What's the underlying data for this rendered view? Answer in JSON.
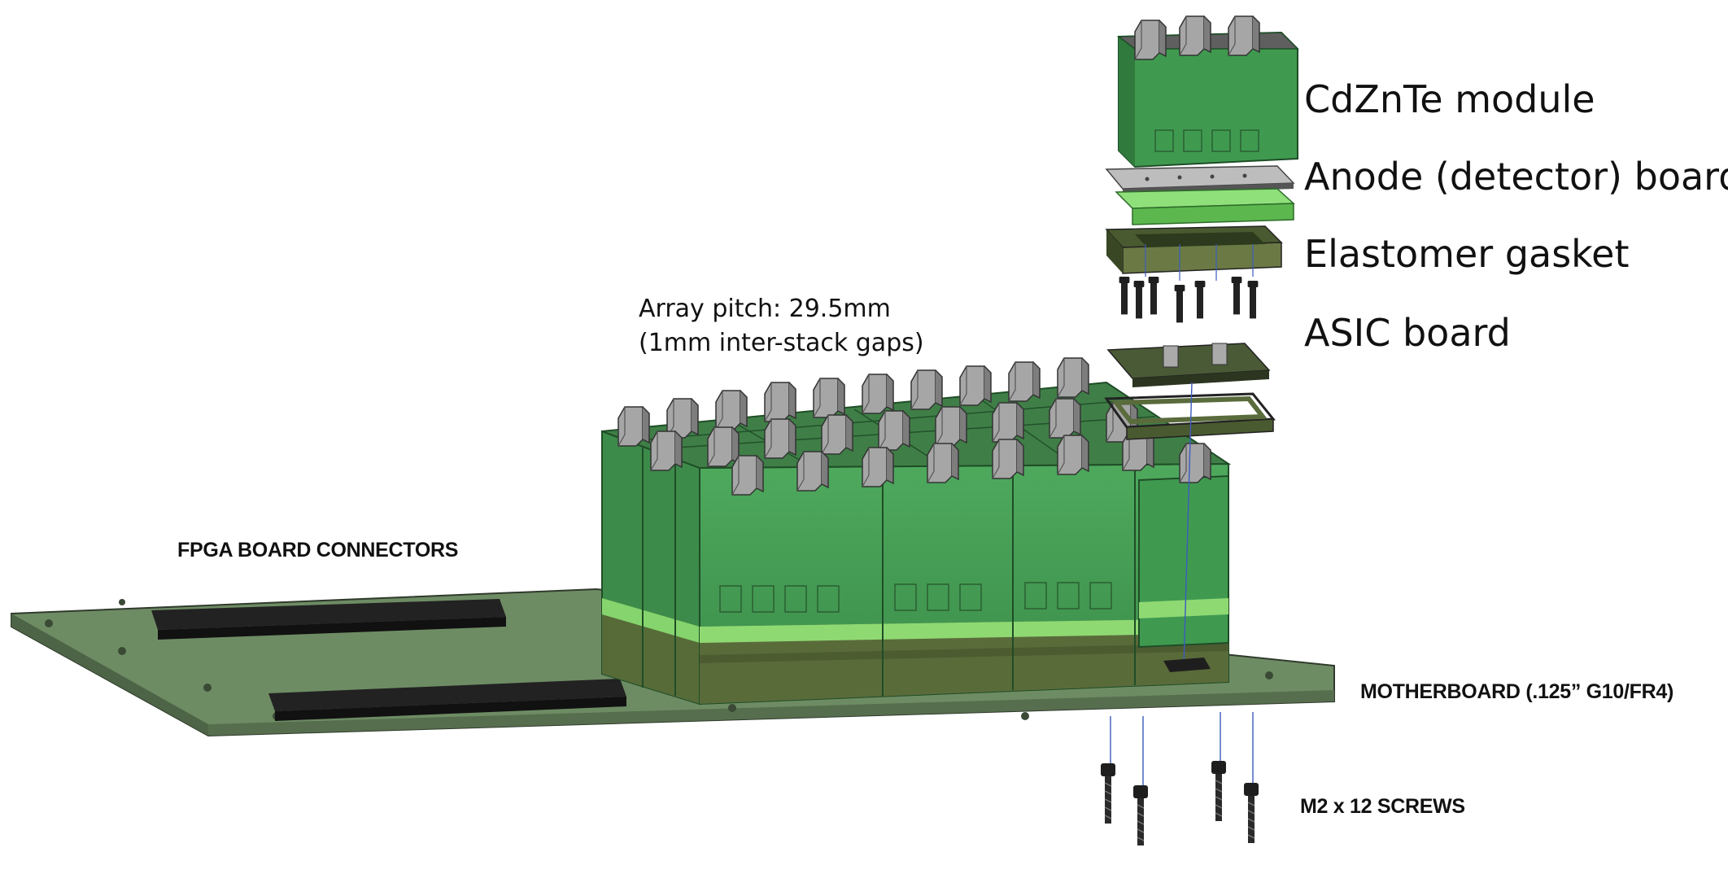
{
  "labels": {
    "cdznte_module": "CdZnTe module",
    "anode_board": "Anode (detector) board",
    "elastomer_gasket": "Elastomer gasket",
    "asic_board": "ASIC board",
    "array_pitch_line1": "Array pitch: 29.5mm",
    "array_pitch_line2": "(1mm inter-stack gaps)",
    "fpga_connectors": "FPGA BOARD CONNECTORS",
    "motherboard": "MOTHERBOARD (.125” G10/FR4)",
    "screws": "M2 x 12 SCREWS"
  },
  "colors": {
    "module_green": "#3f9a50",
    "module_dark": "#2c6e37",
    "light_green": "#7fd26a",
    "olive": "#5a6b3c",
    "motherboard": "#6b8a62",
    "connector": "#1c1c1c",
    "chip_gray": "#9a9a9a",
    "wire_blue": "#3b5bbf"
  }
}
